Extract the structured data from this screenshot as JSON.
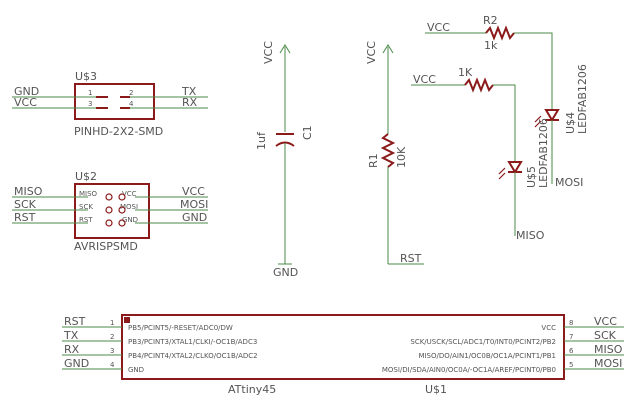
{
  "parts": {
    "u3": {
      "name": "U$3",
      "value": "PINHD-2X2-SMD",
      "pins": [
        "1",
        "2",
        "3",
        "4"
      ],
      "nets_left": [
        "GND",
        "VCC"
      ],
      "nets_right": [
        "TX",
        "RX"
      ]
    },
    "u2": {
      "name": "U$2",
      "value": "AVRISPSMD",
      "pin_names_left": [
        "MISO",
        "SCK",
        "RST"
      ],
      "pin_names_right": [
        "VCC",
        "MOSI",
        "GND"
      ],
      "nets_left": [
        "MISO",
        "SCK",
        "RST"
      ],
      "nets_right": [
        "VCC",
        "MOSI",
        "GND"
      ]
    },
    "c1": {
      "name": "C1",
      "value": "1uf",
      "net_top": "VCC",
      "net_bottom": "GND"
    },
    "r1": {
      "name": "R1",
      "value": "10K",
      "net_top": "VCC",
      "net_bottom": "RST"
    },
    "r2": {
      "name": "R2",
      "value": "1k",
      "net": "VCC"
    },
    "r3": {
      "value": "1K",
      "net": "VCC"
    },
    "u4": {
      "name": "U$4",
      "value": "LEDFAB1206",
      "net": "MOSI"
    },
    "u5": {
      "name": "U$5",
      "value": "LEDFAB1206",
      "net": "MISO"
    },
    "u1": {
      "name": "U$1",
      "value": "ATtiny45",
      "left_pins": [
        {
          "num": "1",
          "label": "PB5/PCINT5/-RESET/ADC0/DW",
          "net": "RST"
        },
        {
          "num": "2",
          "label": "PB3/PCINT3/XTAL1/CLKI/-OC1B/ADC3",
          "net": "TX"
        },
        {
          "num": "3",
          "label": "PB4/PCINT4/XTAL2/CLKO/OC1B/ADC2",
          "net": "RX"
        },
        {
          "num": "4",
          "label": "GND",
          "net": "GND"
        }
      ],
      "right_pins": [
        {
          "num": "8",
          "label": "VCC",
          "net": "VCC"
        },
        {
          "num": "7",
          "label": "SCK/USCK/SCL/ADC1/T0/INT0/PCINT2/PB2",
          "net": "SCK"
        },
        {
          "num": "6",
          "label": "MISO/DO/AIN1/OC0B/OC1A/PCINT1/PB1",
          "net": "MISO"
        },
        {
          "num": "5",
          "label": "MOSI/DI/SDA/AIN0/OC0A/-OC1A/AREF/PCINT0/PB0",
          "net": "MOSI"
        }
      ]
    }
  }
}
